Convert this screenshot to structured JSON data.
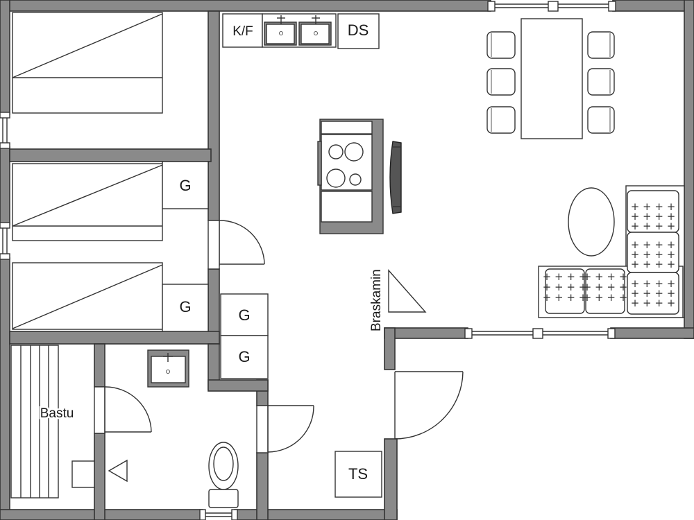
{
  "labels": {
    "fridge_freezer": "K/F",
    "dishwasher": "DS",
    "wardrobe_1": "G",
    "wardrobe_2": "G",
    "wardrobe_3": "G",
    "wardrobe_4": "G",
    "fireplace": "Braskamin",
    "sauna": "Bastu",
    "dryer": "TS"
  },
  "colors": {
    "wall_fill": "#8a8a8a",
    "outline": "#333333",
    "background": "#ffffff"
  },
  "icons": [
    "bed-icon",
    "sink-icon",
    "stove-icon",
    "tv-icon",
    "chair-icon",
    "sofa-icon",
    "toilet-icon",
    "door-swing-icon",
    "window-icon",
    "fireplace-icon",
    "sauna-bench-icon",
    "sauna-stove-icon"
  ]
}
